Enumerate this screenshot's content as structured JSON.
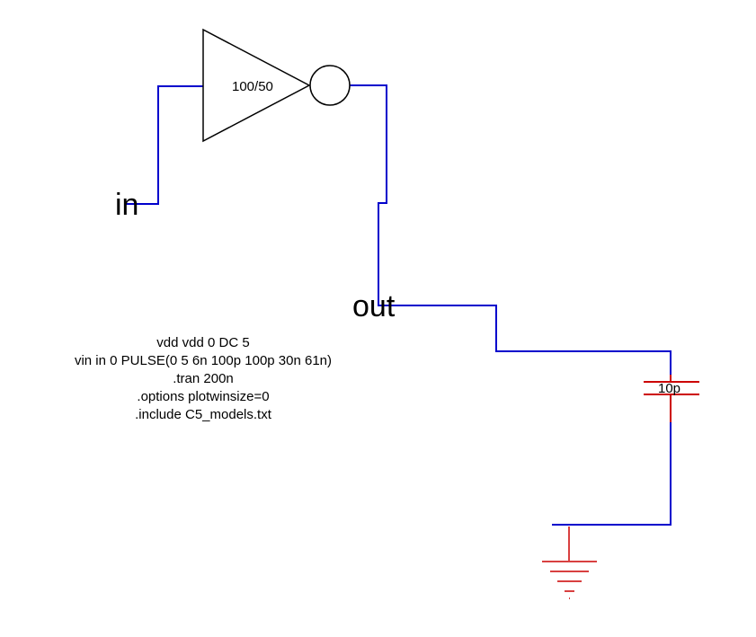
{
  "schematic": {
    "inverter_size": "100/50",
    "nets": {
      "input": "in",
      "output": "out"
    },
    "capacitor_value": "10p",
    "spice_lines": [
      "vdd vdd 0 DC 5",
      "vin in 0 PULSE(0 5 6n 100p 100p 30n 61n)",
      ".tran 200n",
      ".options plotwinsize=0",
      ".include C5_models.txt"
    ]
  },
  "colors": {
    "wire": "#0000cc",
    "component": "#cc0000",
    "symbol": "#000000",
    "background": "#ffffff"
  },
  "icons": {
    "inverter": "inverter-icon",
    "capacitor": "capacitor-icon",
    "ground": "ground-icon"
  }
}
